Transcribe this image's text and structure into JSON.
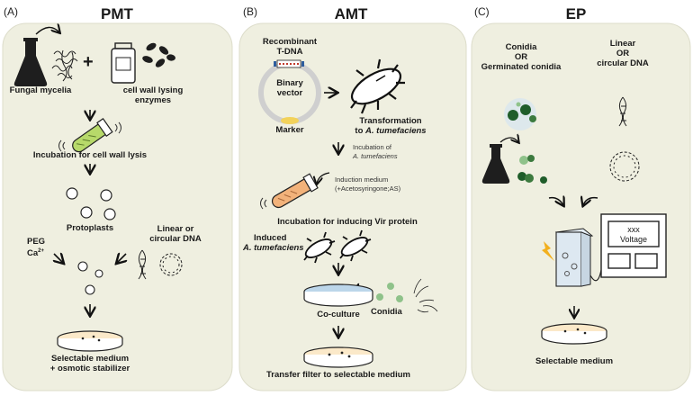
{
  "panels": [
    {
      "letter": "(A)",
      "title": "PMT",
      "labels": {
        "fungal_mycelia": "Fungal mycelia",
        "plus": "+",
        "enzymes_1": "cell wall lysing",
        "enzymes_2": "enzymes",
        "incubation_lysis": "Incubation for cell wall lysis",
        "protoplasts": "Protoplasts",
        "peg": "PEG",
        "ca": "Ca",
        "ca_sup": "2+",
        "linear_1": "Linear or",
        "linear_2": "circular DNA",
        "medium_1": "Selectable medium",
        "medium_2": "+ osmotic stabilizer"
      }
    },
    {
      "letter": "(B)",
      "title": "AMT",
      "labels": {
        "recombinant": "Recombinant",
        "tdna": "T-DNA",
        "binary_1": "Binary",
        "binary_2": "vector",
        "marker": "Marker",
        "transformation_1": "Transformation",
        "transformation_2_prefix": "to ",
        "transformation_2_italic": "A. tumefaciens",
        "incubation_of": "Incubation of",
        "incubation_of_italic": "A. tumefaciens",
        "induction_1": "Induction medium",
        "induction_2": "(+Acetosyringone;AS)",
        "incubation_vir": "Incubation for inducing Vir protein",
        "induced": "Induced",
        "induced_italic": "A. tumefaciens",
        "conidia": "Conidia",
        "coculture": "Co-culture",
        "transfer": "Transfer filter to selectable medium"
      }
    },
    {
      "letter": "(C)",
      "title": "EP",
      "labels": {
        "conidia_1": "Conidia",
        "conidia_2": "OR",
        "conidia_3": "Germinated conidia",
        "linear_1": "Linear",
        "linear_2": "OR",
        "linear_3": "circular DNA",
        "xxx": "xxx",
        "voltage": "Voltage",
        "medium": "Selectable medium"
      }
    }
  ],
  "colors": {
    "panel_bg": "#efefe0",
    "panel_border": "#d8d8c8",
    "flask_fill": "#1e1e1e",
    "tube_green": "#b7d96a",
    "tube_orange": "#f2b27a",
    "dish_blue": "#bcd6ea",
    "plasmid_red": "#c0392b",
    "plasmid_blue": "#2e5d9e",
    "plasmid_yellow": "#f2d25a",
    "conidia_green": "#1f5d2a",
    "conidia_light": "#8fc28a",
    "lightning": "#f2b01e"
  }
}
